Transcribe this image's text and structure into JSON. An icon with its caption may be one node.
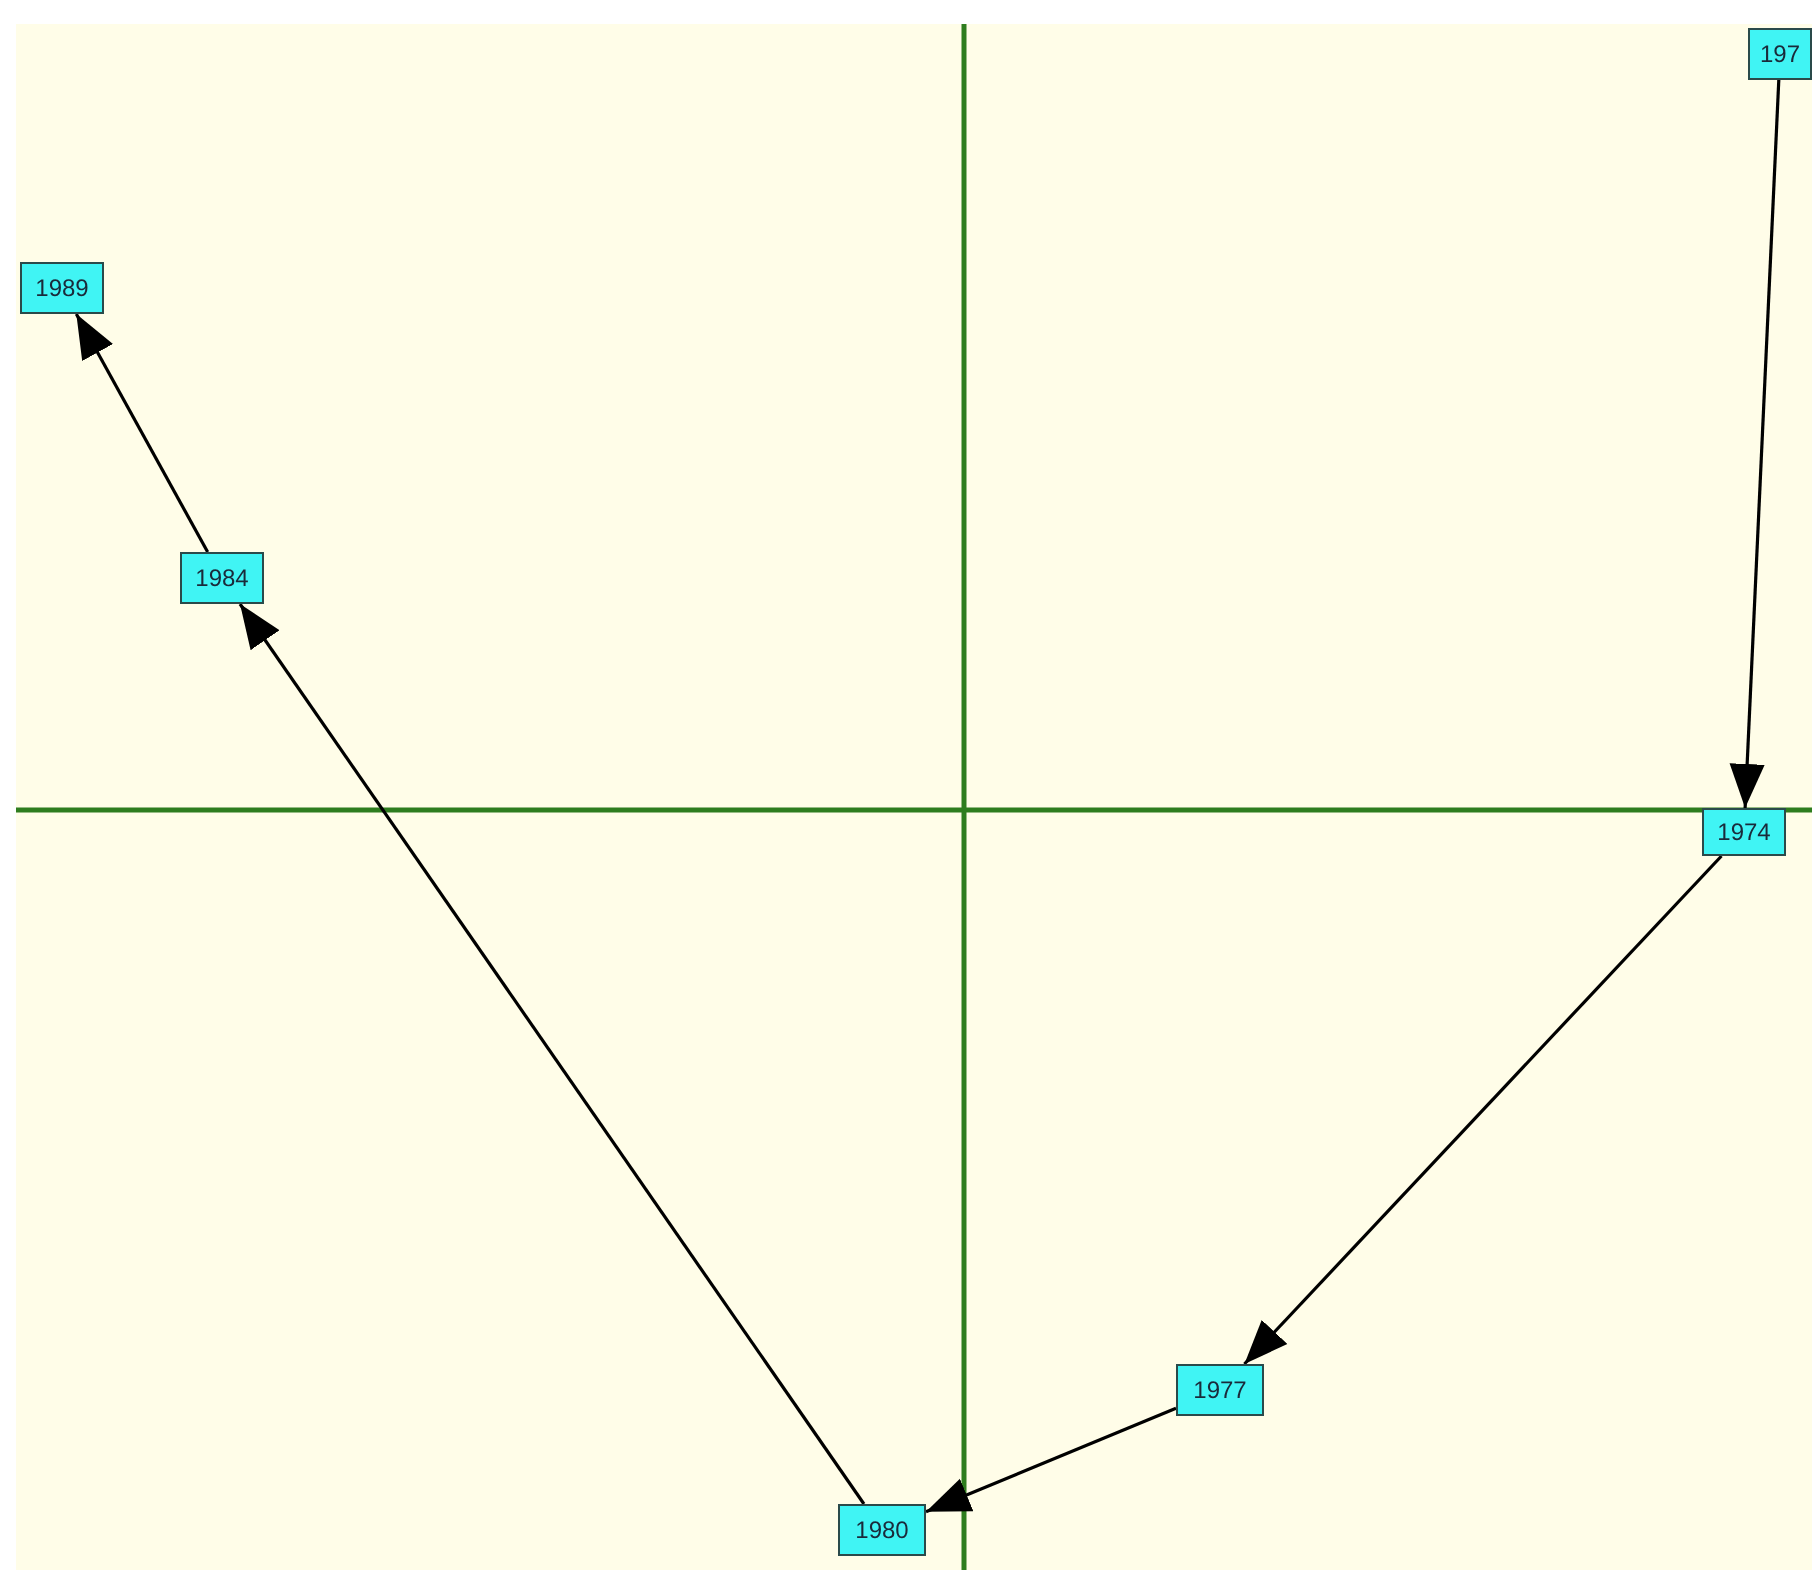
{
  "diagram": {
    "nodes": [
      {
        "text": [
          "197"
        ]
      },
      {
        "text": [
          "1974"
        ]
      },
      {
        "text": [
          "1977"
        ]
      },
      {
        "text": [
          "1980"
        ]
      },
      {
        "text": [
          "1984"
        ]
      },
      {
        "text": [
          "1989"
        ]
      }
    ],
    "edges": [
      {
        "from": 0,
        "to": 1,
        "arrow": "to"
      },
      {
        "from": 1,
        "to": 2,
        "arrow": "to"
      },
      {
        "from": 2,
        "to": 3,
        "arrow": "to"
      },
      {
        "from": 3,
        "to": 4,
        "arrow": "to"
      },
      {
        "from": 4,
        "to": 5,
        "arrow": "to"
      }
    ]
  }
}
